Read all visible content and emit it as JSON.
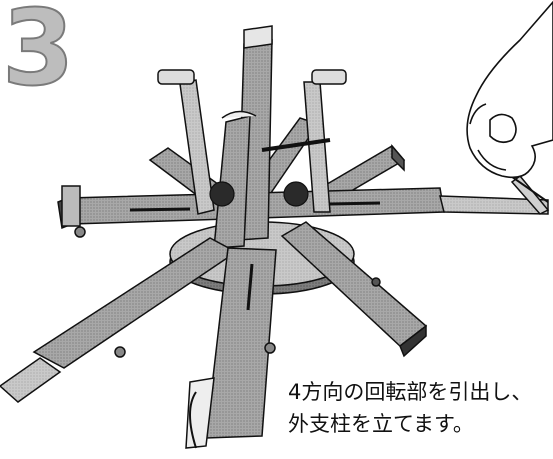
{
  "step": {
    "number": "3"
  },
  "caption": {
    "line1": "4方向の回転部を引出し、",
    "line2": "外支柱を立てます。"
  },
  "illustration": {
    "subject": "stand-assembly-with-hand",
    "colors": {
      "metal": "#9a9a9a",
      "dark": "#555555",
      "outline": "#111111",
      "light": "#d6d6d6"
    }
  }
}
